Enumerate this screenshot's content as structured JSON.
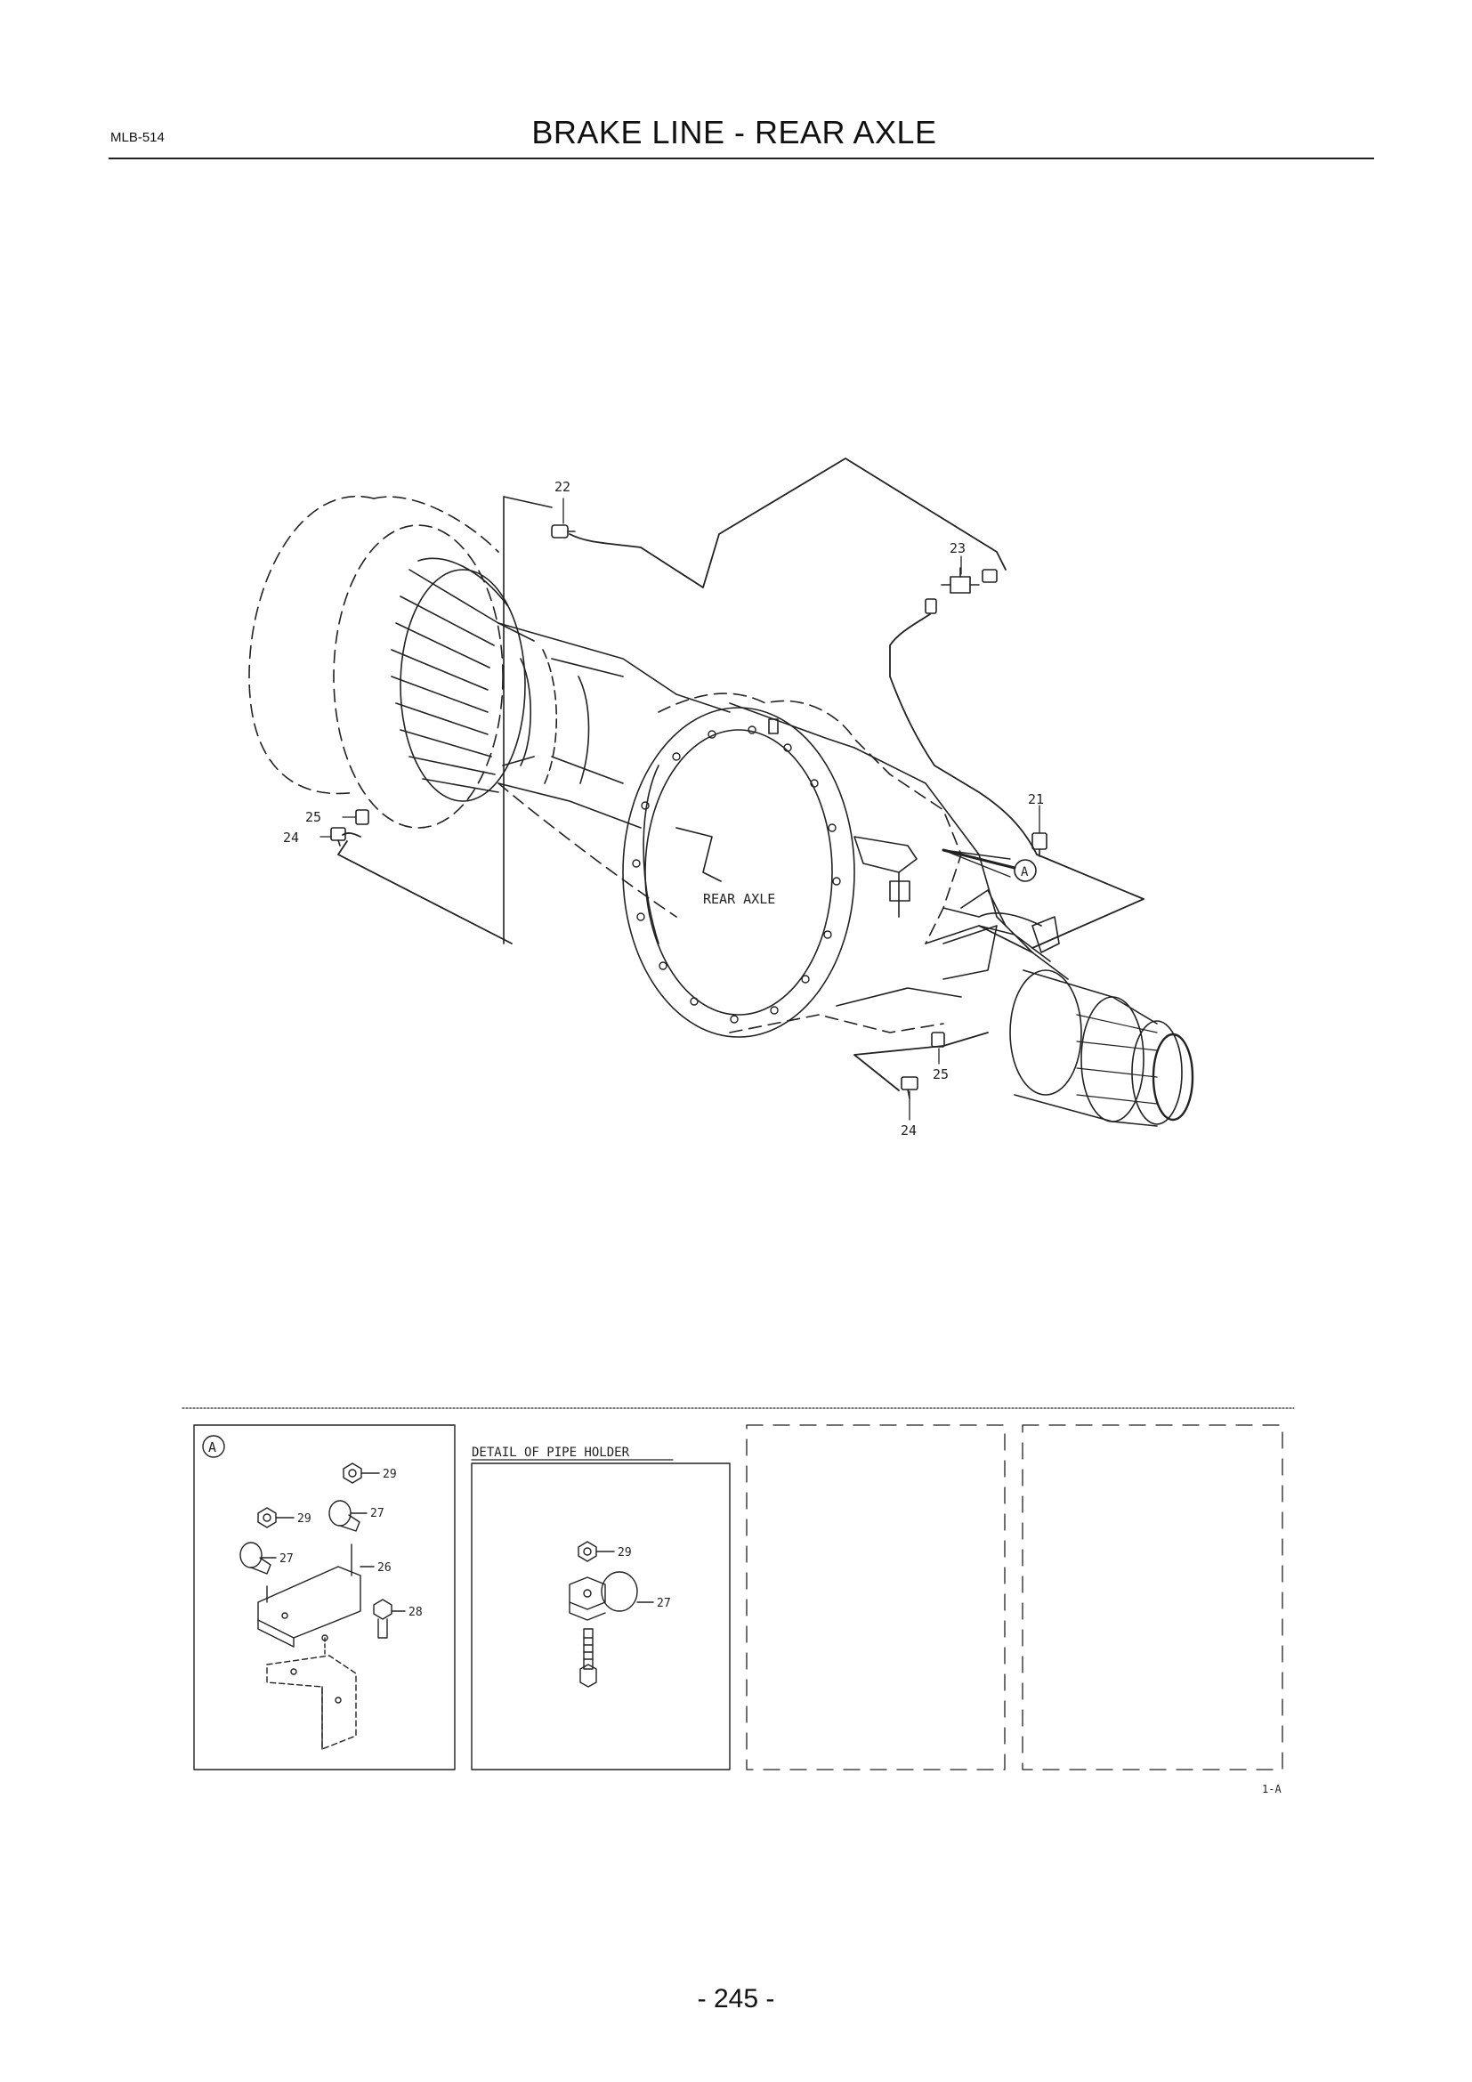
{
  "header": {
    "code": "MLB-514",
    "title": "BRAKE LINE - REAR AXLE"
  },
  "main_diagram": {
    "axle_label": "REAR AXLE",
    "callouts": [
      "22",
      "23",
      "21",
      "25",
      "24",
      "25",
      "24"
    ],
    "detail_marker": "A"
  },
  "detail_a": {
    "marker": "A",
    "callouts": [
      "29",
      "27",
      "29",
      "27",
      "26",
      "28"
    ]
  },
  "detail_pipe_holder": {
    "title": "DETAIL OF PIPE HOLDER",
    "callouts": [
      "29",
      "27"
    ]
  },
  "figure_ref": "1-A",
  "footer": {
    "page": "- 245 -"
  }
}
